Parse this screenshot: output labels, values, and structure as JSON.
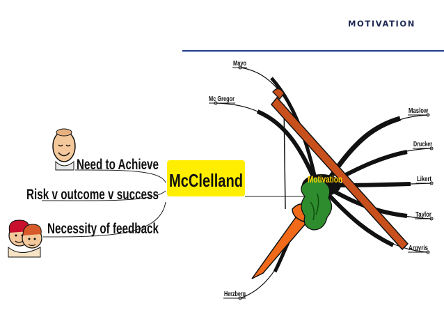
{
  "header": {
    "title": "MOTIVATION"
  },
  "central": {
    "label": "McClelland"
  },
  "left_branches": [
    {
      "label": "Need to Achieve"
    },
    {
      "label": "Risk v outcome v success"
    },
    {
      "label": "Necessity of feedback"
    }
  ],
  "hub": {
    "label": "Motivation"
  },
  "theorists": [
    {
      "label": "Mayo"
    },
    {
      "label": "Mc Gregor"
    },
    {
      "label": "Maslow"
    },
    {
      "label": "Drucker"
    },
    {
      "label": "Likert"
    },
    {
      "label": "Taylor"
    },
    {
      "label": "Argyris"
    },
    {
      "label": "Herzberg"
    }
  ],
  "colors": {
    "accent_rule": "#1f3a8a",
    "central_box": "#ffee00",
    "hub_text": "#ffd400",
    "stick": "#c8501c",
    "carrot": "#f06a1a",
    "leaves": "#2e8b2e"
  },
  "icons": [
    "smiling-face-icon",
    "two-faces-icon",
    "carrot-and-stick-icon"
  ]
}
